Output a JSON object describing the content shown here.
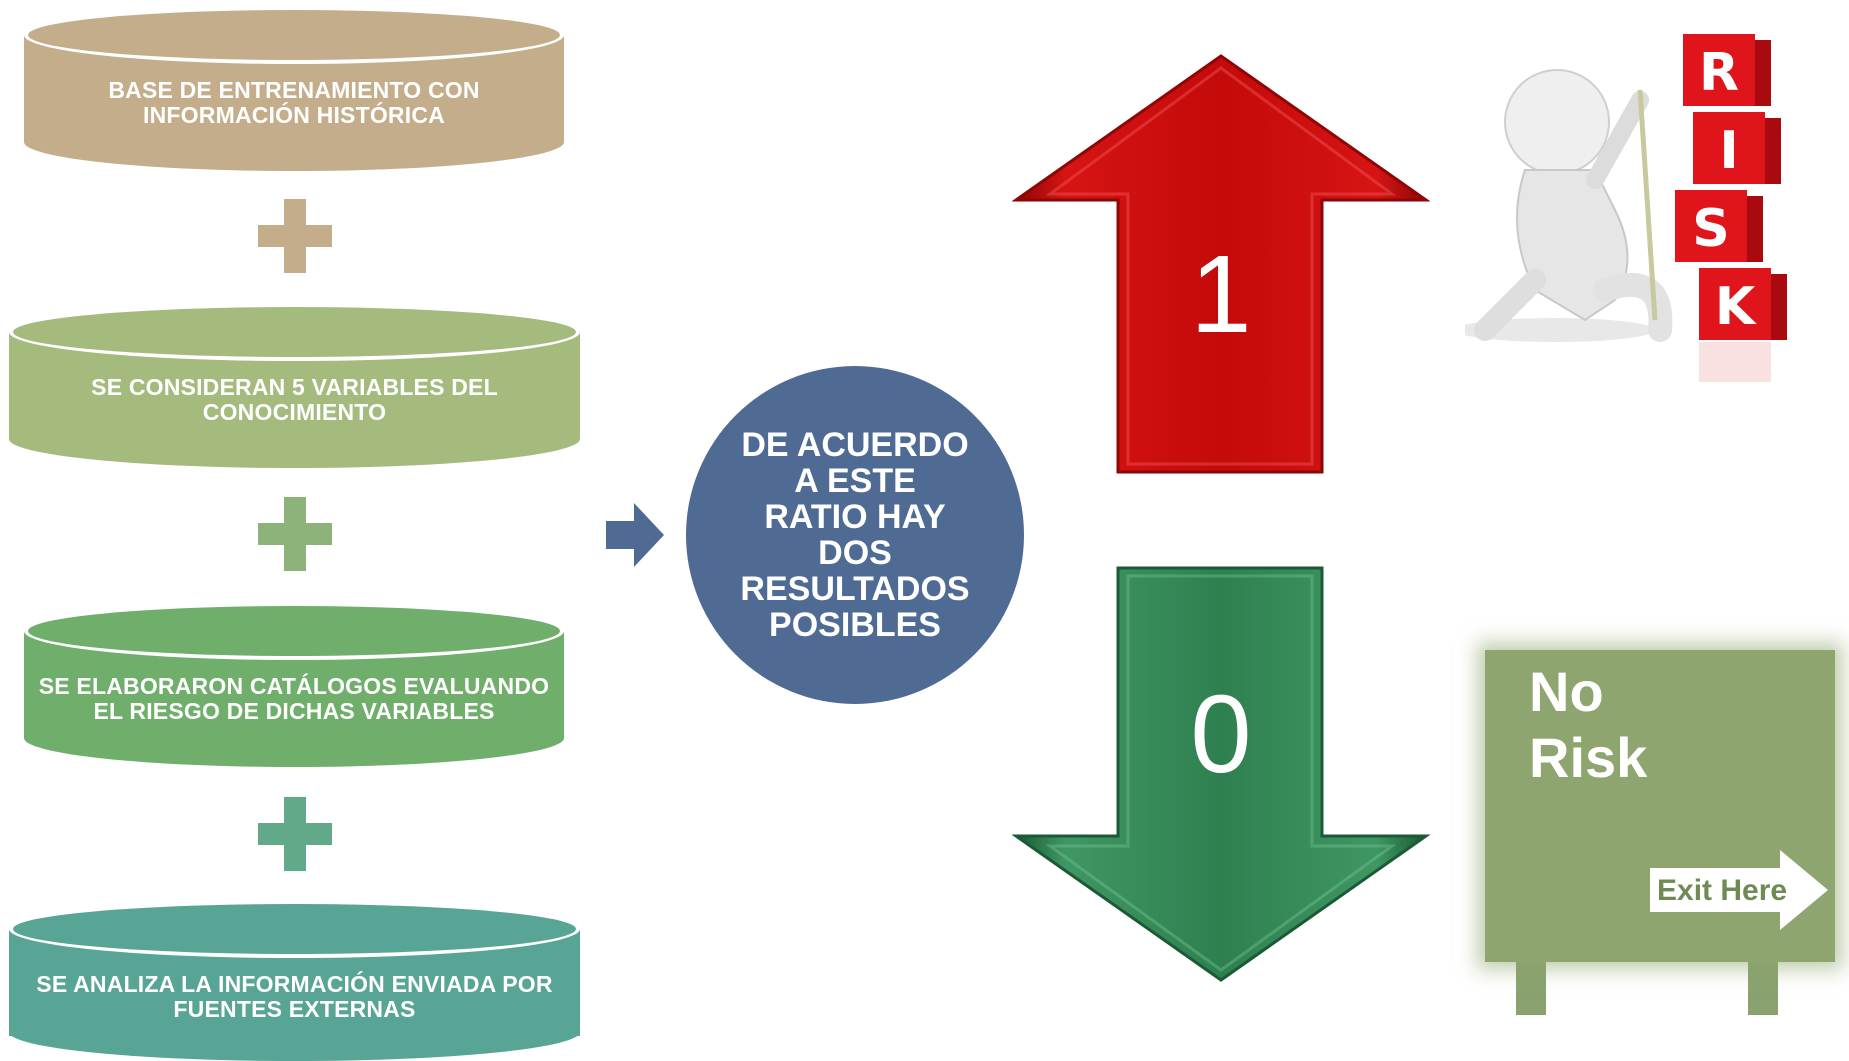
{
  "cylinders": [
    {
      "label": "BASE DE ENTRENAMIENTO CON INFORMACIÓN HISTÓRICA",
      "color": "#c4ad8a"
    },
    {
      "label": "SE CONSIDERAN 5 VARIABLES DEL CONOCIMIENTO",
      "color": "#a4bb7d"
    },
    {
      "label": "SE ELABORARON CATÁLOGOS EVALUANDO EL RIESGO DE DICHAS VARIABLES",
      "color": "#6fae6b"
    },
    {
      "label": "SE ANALIZA LA INFORMACIÓN ENVIADA POR FUENTES EXTERNAS",
      "color": "#59a595"
    }
  ],
  "plus_colors": [
    "#c4ad8a",
    "#8db37a",
    "#62a98a"
  ],
  "center_circle": {
    "text": "DE ACUERDO\nA ESTE\nRATIO HAY\nDOS\nRESULTADOS\nPOSIBLES",
    "color": "#4f6b94"
  },
  "outcomes": {
    "up": {
      "digit": "1",
      "color": "#c40a0a"
    },
    "down": {
      "digit": "0",
      "color": "#2f8050"
    }
  },
  "risk_image": {
    "letters": [
      "R",
      "I",
      "S",
      "K"
    ],
    "cube_color": "#e0141b"
  },
  "no_risk_sign": {
    "line1": "No",
    "line2": "Risk",
    "exit_label": "Exit Here",
    "color": "#8fa56f"
  }
}
